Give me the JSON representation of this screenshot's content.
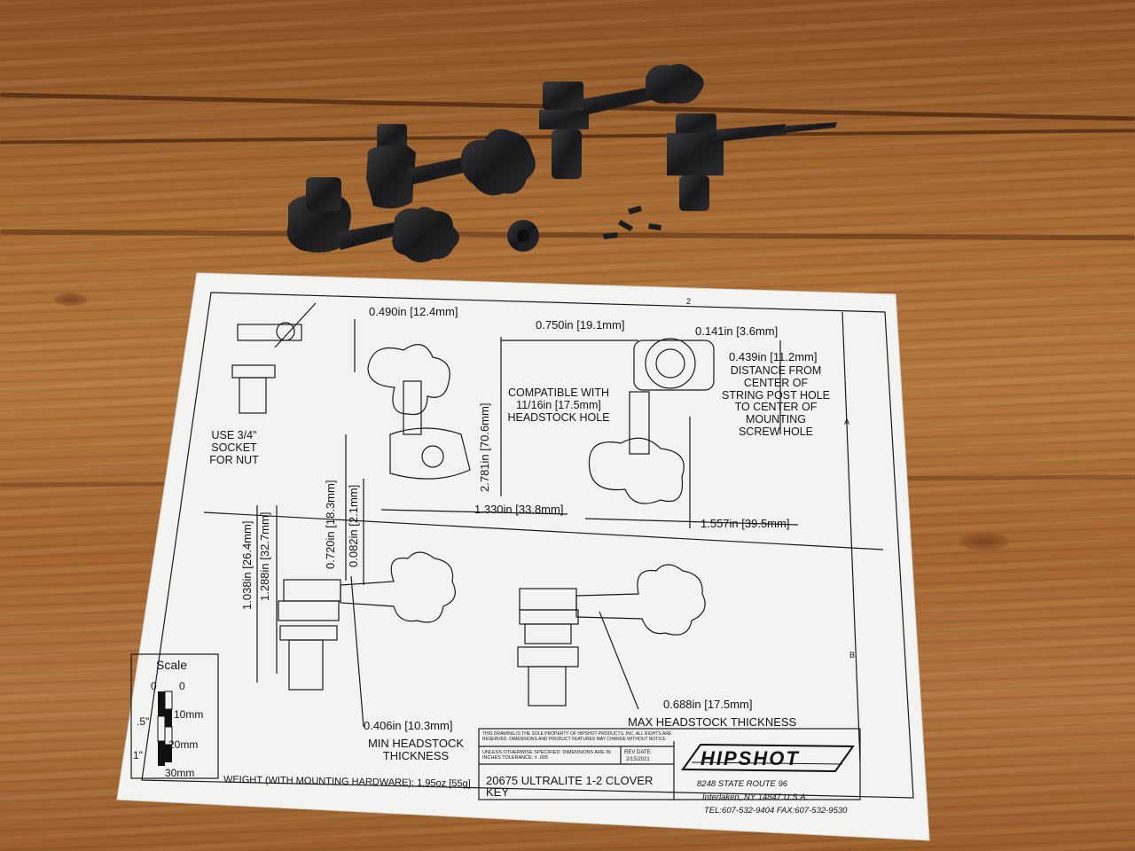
{
  "drawing": {
    "dims": {
      "d0490": "0.490in [12.4mm]",
      "d0750": "0.750in [19.1mm]",
      "d0141": "0.141in [3.6mm]",
      "d0439": "0.439in [11.2mm]",
      "d2781": "2.781in [70.6mm]",
      "d1330": "1.330in [33.8mm]",
      "d1557": "1.557in [39.5mm]",
      "d0720": "0.720in [18.3mm]",
      "d0082": "0.082in [2.1mm]",
      "d1038": "1.038in [26.4mm]",
      "d1288": "1.288in [32.7mm]",
      "d0406": "0.406in [10.3mm]",
      "d0688": "0.688in [17.5mm]"
    },
    "notes": {
      "distance": [
        "DISTANCE FROM",
        "CENTER OF",
        "STRING POST HOLE",
        "TO CENTER OF",
        "MOUNTING",
        "SCREW HOLE"
      ],
      "compatible": [
        "COMPATIBLE WITH",
        "11/16in [17.5mm]",
        "HEADSTOCK HOLE"
      ],
      "socket": [
        "USE 3/4\"",
        "SOCKET",
        "FOR NUT"
      ],
      "min_headstock": [
        "MIN HEADSTOCK",
        "THICKNESS"
      ],
      "max_headstock": "MAX HEADSTOCK THICKNESS"
    },
    "scale": {
      "title": "Scale",
      "in_labels": [
        "0",
        ".5\"",
        "1\""
      ],
      "mm_labels": [
        "0",
        "10mm",
        "20mm",
        "30mm"
      ]
    },
    "weight": "WEIGHT (WITH MOUNTING HARDWARE): 1.95oz [55g]",
    "title_block": {
      "property": "THIS DRAWING IS THE SOLE PROPERTY OF HIPSHOT PRODUCTS, INC. ALL RIGHTS ARE RESERVED. DIMENSIONS AND PRODUCT FEATURES MAY CHANGE WITHOUT NOTICE",
      "unless": "UNLESS OTHERWISE SPECIFIED: DIMENSIONS ARE IN INCHES TOLERANCE: ± .005",
      "rev_label": "REV DATE:",
      "rev_date": "2/15/2021",
      "part": "20675 ULTRALITE 1-2 CLOVER KEY",
      "brand": "HIPSHOT",
      "address1": "8248 STATE ROUTE 96",
      "address2": "Interlaken, NY 14847 U.S.A.",
      "phone": "TEL:607-532-9404 FAX:607-532-9530"
    },
    "border_letters": [
      "A",
      "B",
      "2"
    ]
  },
  "colors": {
    "wood": "#a86b34",
    "paper": "#f3f3f1",
    "ink": "#141414",
    "hardware": "#1f1f22"
  }
}
